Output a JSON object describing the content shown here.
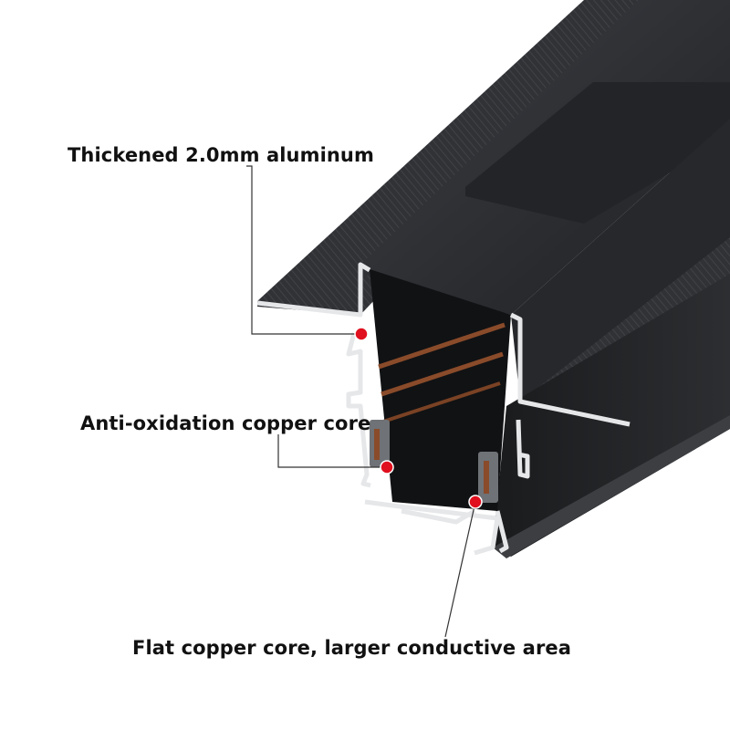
{
  "labels": {
    "aluminum": "Thickened 2.0mm aluminum",
    "copper_core": "Anti-oxidation copper core",
    "flat_core": "Flat copper core, larger conductive area"
  },
  "colors": {
    "profile_dark": "#2b2d30",
    "profile_mid": "#3a3c40",
    "profile_light": "#55585d",
    "aluminum_edge": "#e6e7e9",
    "copper": "#8a4b2a",
    "marker": "#e0101e",
    "leader": "#333333"
  }
}
